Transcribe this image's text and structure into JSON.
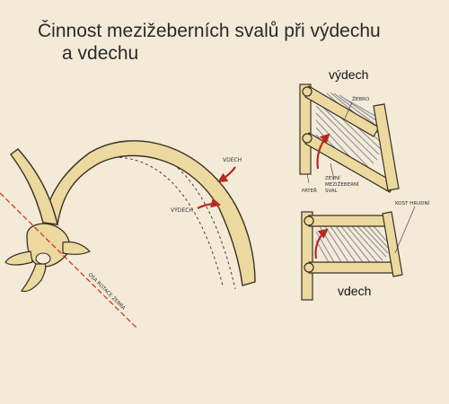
{
  "title": {
    "line1": "Činnost mezižeberních svalů při výdechu",
    "line2": "a vdechu"
  },
  "rib_diagram": {
    "vdech_label": "VDECH",
    "vydech_label": "VÝDECH",
    "axis_label": "OSA ROTACE ŽEBRA"
  },
  "model_diagram": {
    "vydech_label": "výdech",
    "vdech_label": "vdech",
    "zebro_label": "ŽEBRO",
    "pater_label": "PÁTEŘ",
    "muscle_label_line1": "ZEVNÍ",
    "muscle_label_line2": "MEZIŽEBERNÍ",
    "muscle_label_line3": "SVAL",
    "sternum_label": "KOST HRUDNÍ"
  },
  "colors": {
    "background": "#f3ead8",
    "bone": "#ecd9a0",
    "bone_outline": "#3a2f22",
    "arrow_red": "#b52a1f",
    "muscle_gray": "#8c8f96",
    "axis_red": "#d02a1e"
  }
}
